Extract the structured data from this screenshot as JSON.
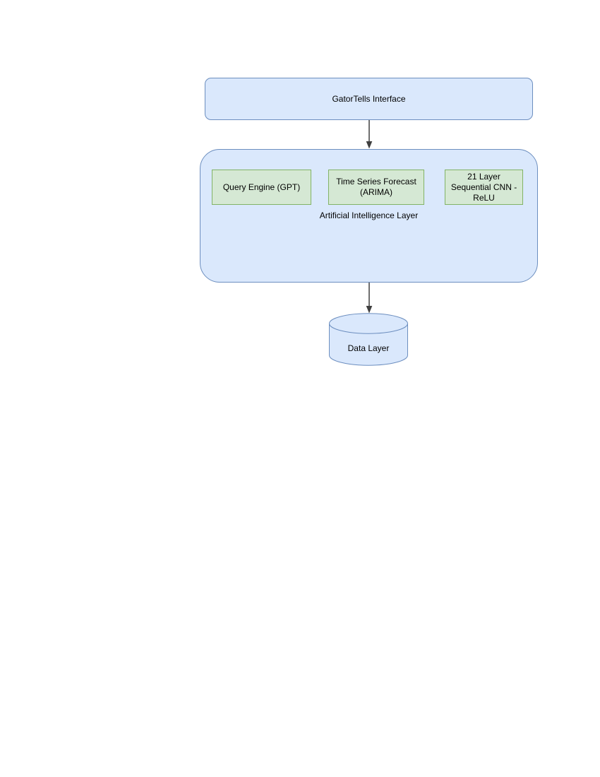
{
  "diagram": {
    "nodes": {
      "interface": {
        "label": "GatorTells Interface",
        "shape": "rounded-rectangle",
        "fill": "#dae8fc"
      },
      "ai_layer": {
        "label": "Artificial Intelligence Layer",
        "shape": "rounded-container",
        "fill": "#dae8fc",
        "children": [
          {
            "label": "Query Engine (GPT)",
            "shape": "rectangle",
            "fill": "#d5e8d4"
          },
          {
            "label": "Time Series Forecast (ARIMA)",
            "shape": "rectangle",
            "fill": "#d5e8d4"
          },
          {
            "label": "21 Layer Sequential CNN - ReLU",
            "shape": "rectangle",
            "fill": "#d5e8d4"
          }
        ]
      },
      "data_layer": {
        "label": "Data Layer",
        "shape": "cylinder",
        "fill": "#dae8fc"
      }
    },
    "edges": [
      {
        "from": "GatorTells Interface",
        "to": "Artificial Intelligence Layer",
        "style": "arrow-down"
      },
      {
        "from": "Artificial Intelligence Layer",
        "to": "Data Layer",
        "style": "arrow-down"
      }
    ],
    "colors": {
      "blue_fill": "#dae8fc",
      "blue_border": "#6c8ebf",
      "green_fill": "#d5e8d4",
      "green_border": "#82b366",
      "arrow": "#3f3f3f",
      "text": "#000000",
      "background": "#ffffff"
    }
  }
}
